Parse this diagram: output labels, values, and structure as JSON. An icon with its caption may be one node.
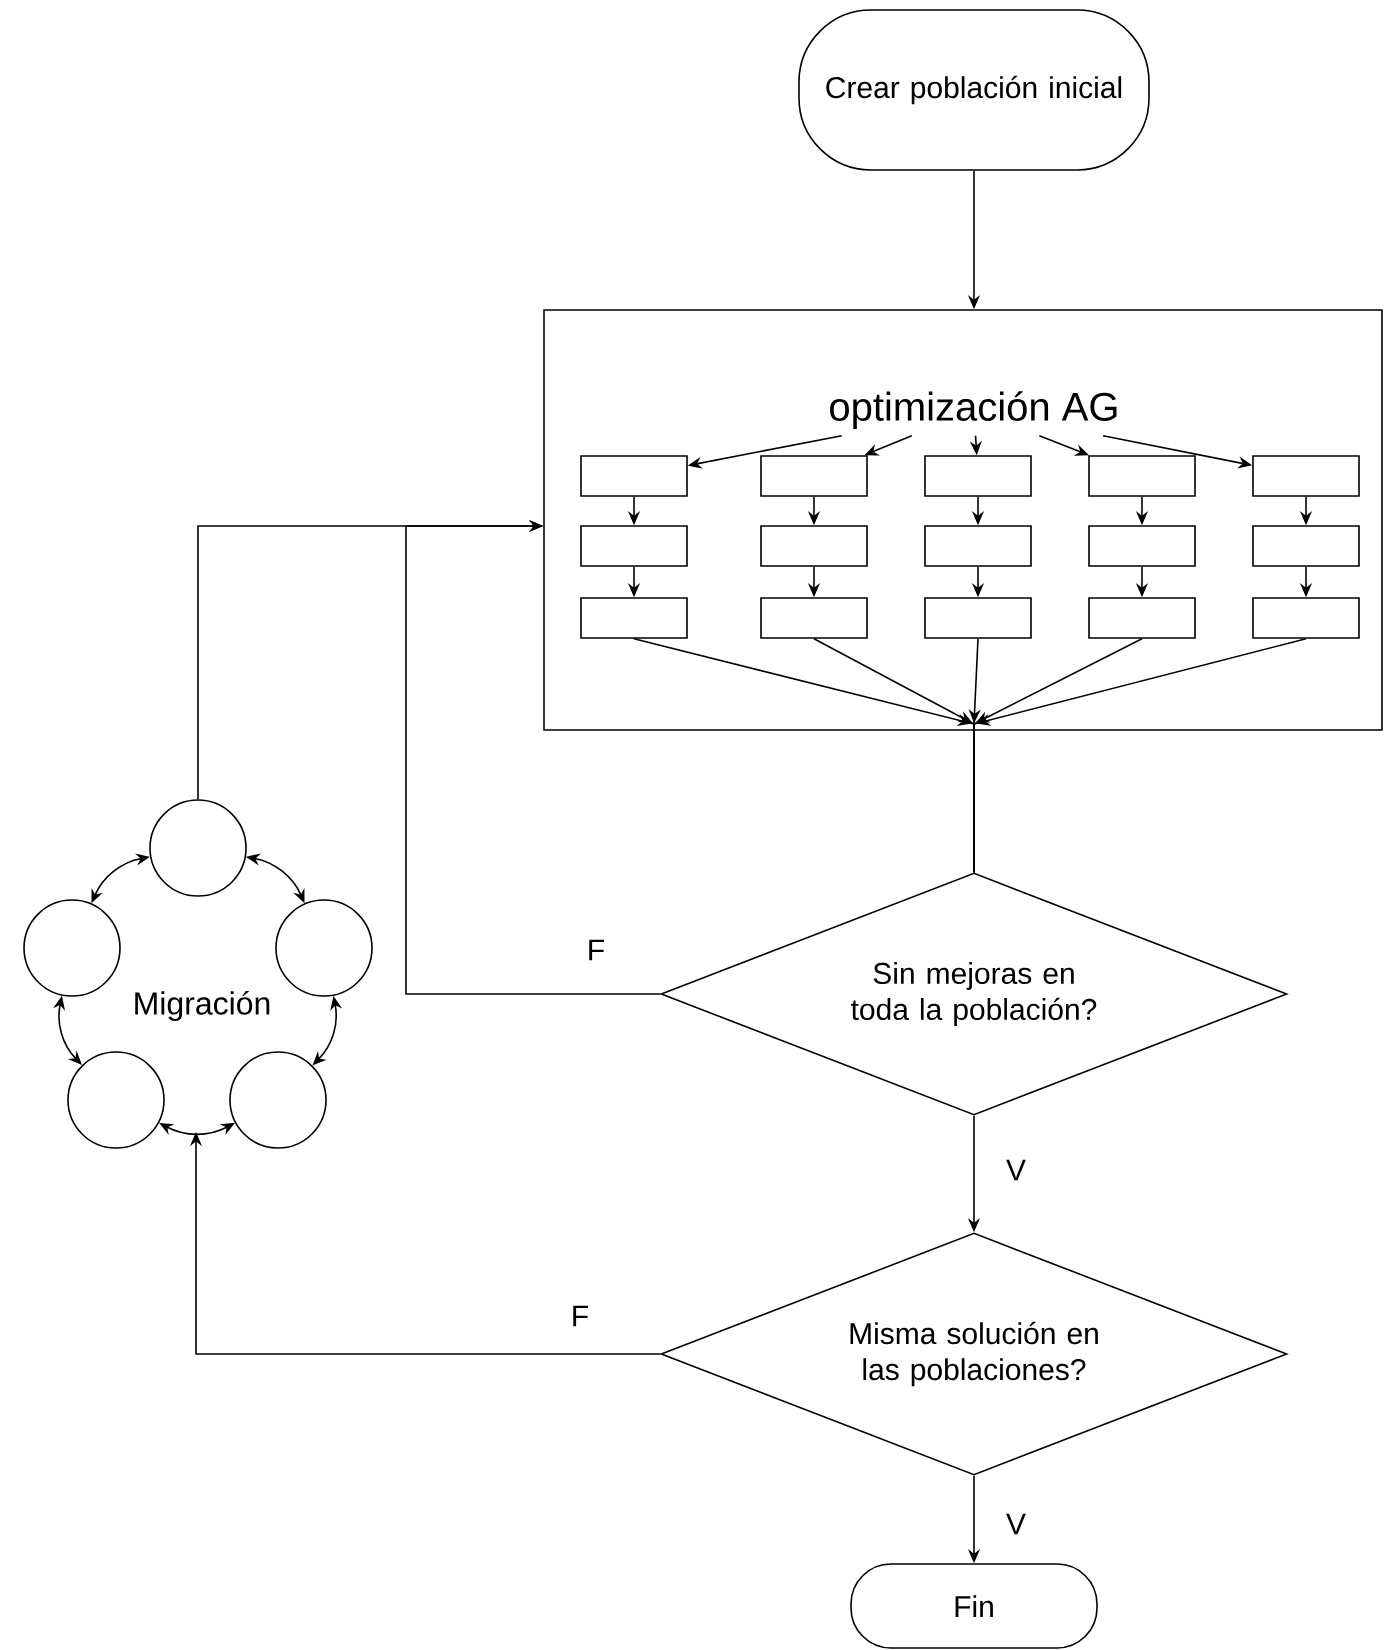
{
  "diagram": {
    "nodes": [
      {
        "text": [
          "Crear población inicial"
        ]
      },
      {
        "text": [],
        "shape": "box"
      },
      {
        "text": [
          "optimización AG"
        ],
        "in": 1
      },
      {
        "text": [],
        "shape": "box",
        "in": 1
      },
      {
        "text": [],
        "shape": "box",
        "in": 1
      },
      {
        "text": [],
        "shape": "box",
        "in": 1
      },
      {
        "text": [],
        "shape": "box",
        "in": 1
      },
      {
        "text": [],
        "shape": "box",
        "in": 1
      },
      {
        "text": [],
        "shape": "box",
        "in": 1
      },
      {
        "text": [],
        "shape": "box",
        "in": 1
      },
      {
        "text": [],
        "shape": "box",
        "in": 1
      },
      {
        "text": [],
        "shape": "box",
        "in": 1
      },
      {
        "text": [],
        "shape": "box",
        "in": 1
      },
      {
        "text": [],
        "shape": "box",
        "in": 1
      },
      {
        "text": [],
        "shape": "box",
        "in": 1
      },
      {
        "text": [],
        "shape": "box",
        "in": 1
      },
      {
        "text": [],
        "shape": "box",
        "in": 1
      },
      {
        "text": [],
        "shape": "box",
        "in": 1
      },
      {
        "text": [
          "Sin mejoras en toda la población?"
        ]
      },
      {
        "text": [
          "Misma solución en las poblaciones?"
        ]
      },
      {
        "text": [
          "Fin"
        ]
      },
      {
        "text": [],
        "shape": "circle"
      },
      {
        "text": [],
        "shape": "circle"
      },
      {
        "text": [],
        "shape": "circle"
      },
      {
        "text": [],
        "shape": "circle"
      },
      {
        "text": [],
        "shape": "circle"
      }
    ],
    "edges": [
      {
        "from": 0,
        "to": 1,
        "arrow": "to"
      },
      {
        "from": 2,
        "to": 3,
        "arrow": "to"
      },
      {
        "from": 2,
        "to": 4,
        "arrow": "to"
      },
      {
        "from": 2,
        "to": 5,
        "arrow": "to"
      },
      {
        "from": 2,
        "to": 6,
        "arrow": "to"
      },
      {
        "from": 2,
        "to": 7,
        "arrow": "to"
      },
      {
        "from": 3,
        "to": 8,
        "arrow": "to"
      },
      {
        "from": 4,
        "to": 9,
        "arrow": "to"
      },
      {
        "from": 5,
        "to": 10,
        "arrow": "to"
      },
      {
        "from": 6,
        "to": 11,
        "arrow": "to"
      },
      {
        "from": 7,
        "to": 12,
        "arrow": "to"
      },
      {
        "from": 8,
        "to": 13,
        "arrow": "to"
      },
      {
        "from": 9,
        "to": 14,
        "arrow": "to"
      },
      {
        "from": 10,
        "to": 15,
        "arrow": "to"
      },
      {
        "from": 11,
        "to": 16,
        "arrow": "to"
      },
      {
        "from": 12,
        "to": 17,
        "arrow": "to"
      },
      {
        "from": 13,
        "to": 18,
        "arrow": "to"
      },
      {
        "from": 14,
        "to": 18,
        "arrow": "to"
      },
      {
        "from": 15,
        "to": 18,
        "arrow": "to"
      },
      {
        "from": 16,
        "to": 18,
        "arrow": "to"
      },
      {
        "from": 17,
        "to": 18,
        "arrow": "to"
      },
      {
        "from": 18,
        "to": 1,
        "label": "F",
        "arrow": "to"
      },
      {
        "from": 18,
        "to": 19,
        "label": "V",
        "arrow": "to"
      },
      {
        "from": 19,
        "to": null,
        "label": "F",
        "arrow": "to"
      },
      {
        "from": 19,
        "to": 20,
        "label": "V",
        "arrow": "to"
      },
      {
        "from": 21,
        "to": 1,
        "arrow": "to"
      },
      {
        "from": 21,
        "to": 23,
        "arrow": "both"
      },
      {
        "from": 23,
        "to": 25,
        "arrow": "both"
      },
      {
        "from": 25,
        "to": 24,
        "arrow": "both"
      },
      {
        "from": 24,
        "to": 22,
        "arrow": "both"
      },
      {
        "from": 22,
        "to": 21,
        "arrow": "both"
      }
    ],
    "labels": [
      "Migración"
    ]
  }
}
